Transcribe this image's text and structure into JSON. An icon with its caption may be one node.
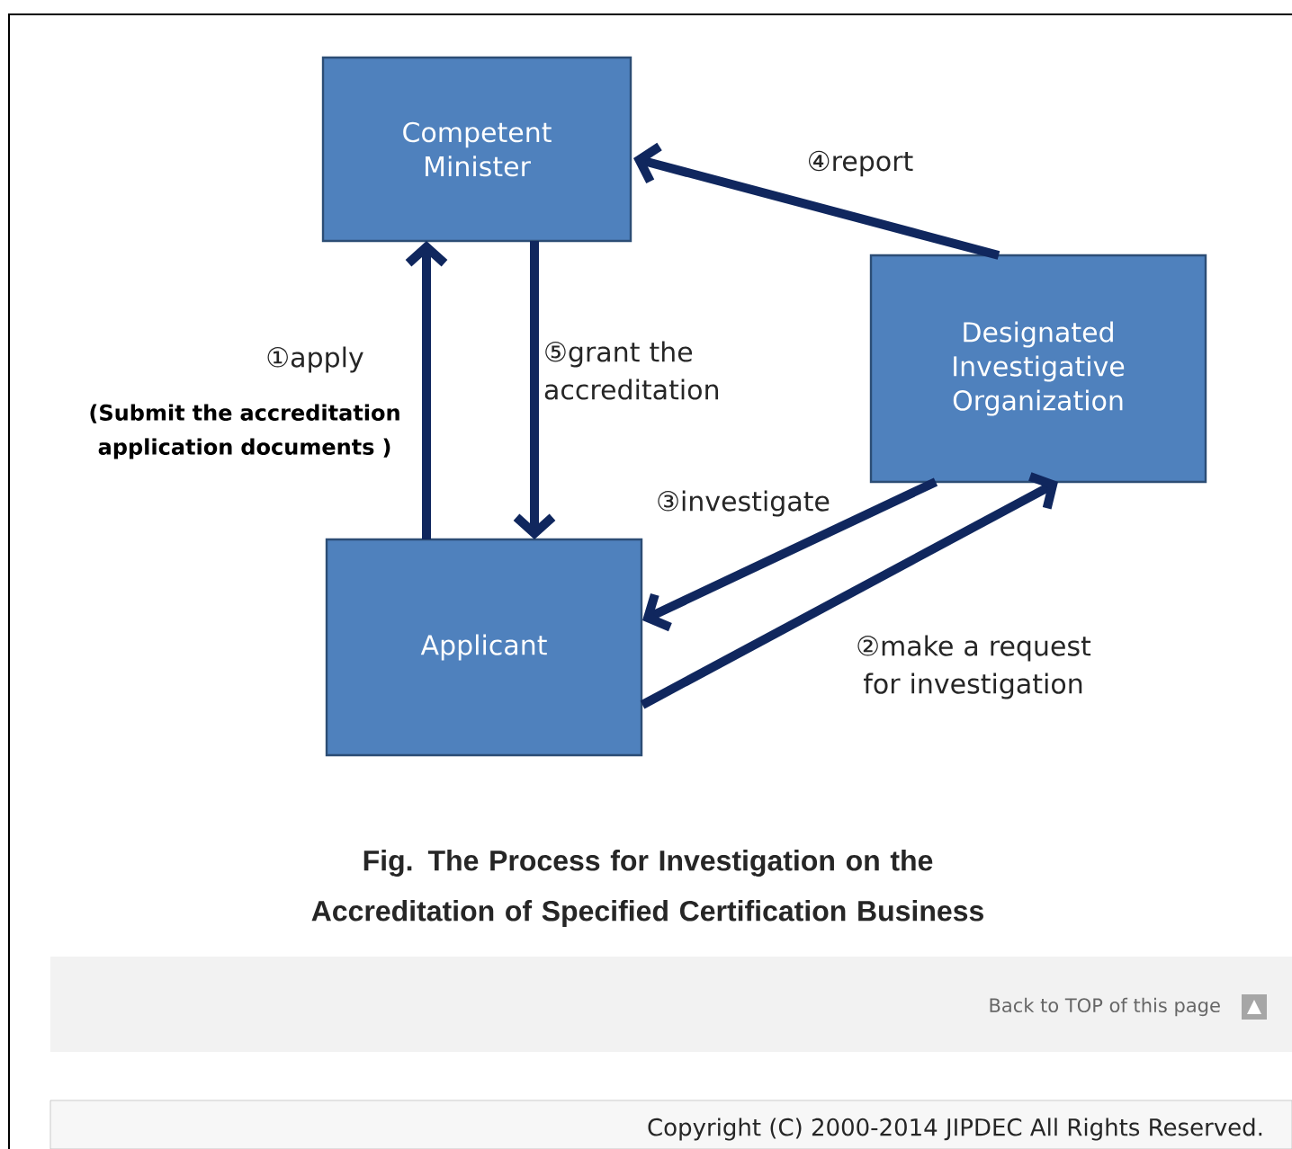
{
  "diagram": {
    "caption": "Fig. The Process for Investigation on the Accreditation of Specified Certification Business",
    "nodes": [
      {
        "text": [
          "Competent Minister"
        ]
      },
      {
        "text": [
          "Designated Investigative Organization"
        ]
      },
      {
        "text": [
          "Applicant"
        ]
      }
    ],
    "edges": [
      {
        "from": 2,
        "to": 0,
        "arrow": "to",
        "label": "①apply"
      },
      {
        "from": 0,
        "to": 2,
        "arrow": "to",
        "label": "⑤grant the accreditation"
      },
      {
        "from": 1,
        "to": 2,
        "arrow": "to",
        "label": "③investigate"
      },
      {
        "from": 2,
        "to": 1,
        "arrow": "to",
        "label": "②make a request for investigation"
      },
      {
        "from": 1,
        "to": 0,
        "arrow": "to",
        "label": "④report"
      }
    ],
    "labels": [
      "(Submit the accreditation application documents )",
      "Back to TOP of this page",
      "Copyright (C) 2000-2014 JIPDEC All Rights Reserved."
    ]
  }
}
